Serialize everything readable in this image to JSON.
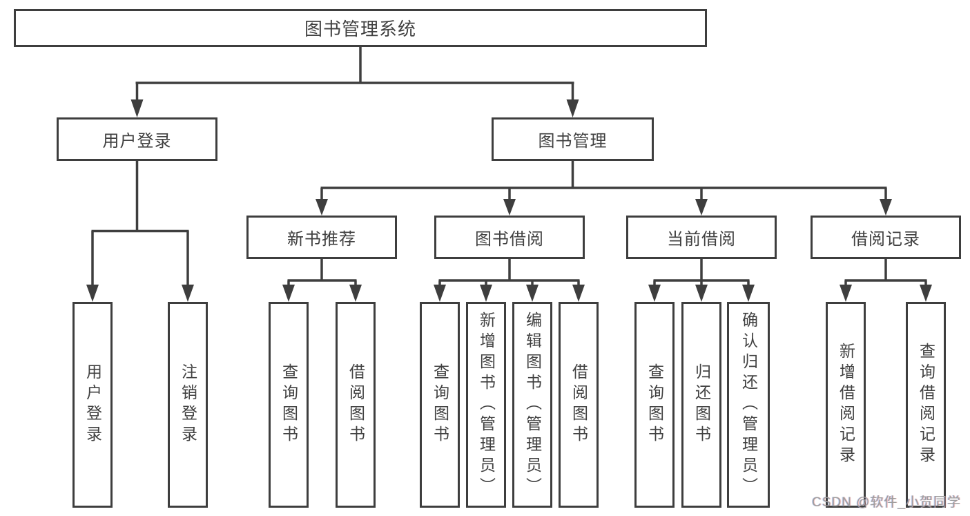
{
  "tree": {
    "root": {
      "label": "图书管理系统"
    },
    "children": [
      {
        "label": "用户登录",
        "children": [
          {
            "label": "用户登录"
          },
          {
            "label": "注销登录"
          }
        ]
      },
      {
        "label": "图书管理",
        "children": [
          {
            "label": "新书推荐",
            "children": [
              {
                "label": "查询图书"
              },
              {
                "label": "借阅图书"
              }
            ]
          },
          {
            "label": "图书借阅",
            "children": [
              {
                "label": "查询图书"
              },
              {
                "label": "新增图书（管理员）"
              },
              {
                "label": "编辑图书（管理员）"
              },
              {
                "label": "借阅图书"
              }
            ]
          },
          {
            "label": "当前借阅",
            "children": [
              {
                "label": "查询图书"
              },
              {
                "label": "归还图书"
              },
              {
                "label": "确认归还（管理员）"
              }
            ]
          },
          {
            "label": "借阅记录",
            "children": [
              {
                "label": "新增借阅记录"
              },
              {
                "label": "查询借阅记录"
              }
            ]
          }
        ]
      }
    ]
  },
  "watermark": {
    "text": "CSDN @软件_小贺同学"
  },
  "colors": {
    "line": "#3e3e3e",
    "node_border": "#3e3e3e",
    "text": "#414141",
    "background": "#ffffff",
    "watermark": "#9e9e9e"
  }
}
